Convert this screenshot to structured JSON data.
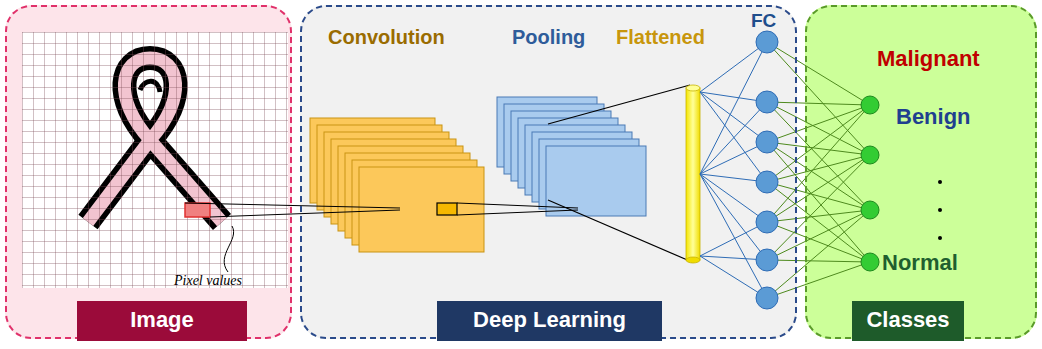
{
  "diagram": {
    "nodes": [
      {
        "text": [
          "Image"
        ]
      },
      {
        "text": [
          "Deep Learning"
        ]
      },
      {
        "text": [
          "Classes"
        ]
      }
    ],
    "labels": [
      "Pixel values",
      "Convolution",
      "Pooling",
      "Flattened",
      "FC",
      "Malignant",
      "Benign",
      "Normal"
    ]
  }
}
